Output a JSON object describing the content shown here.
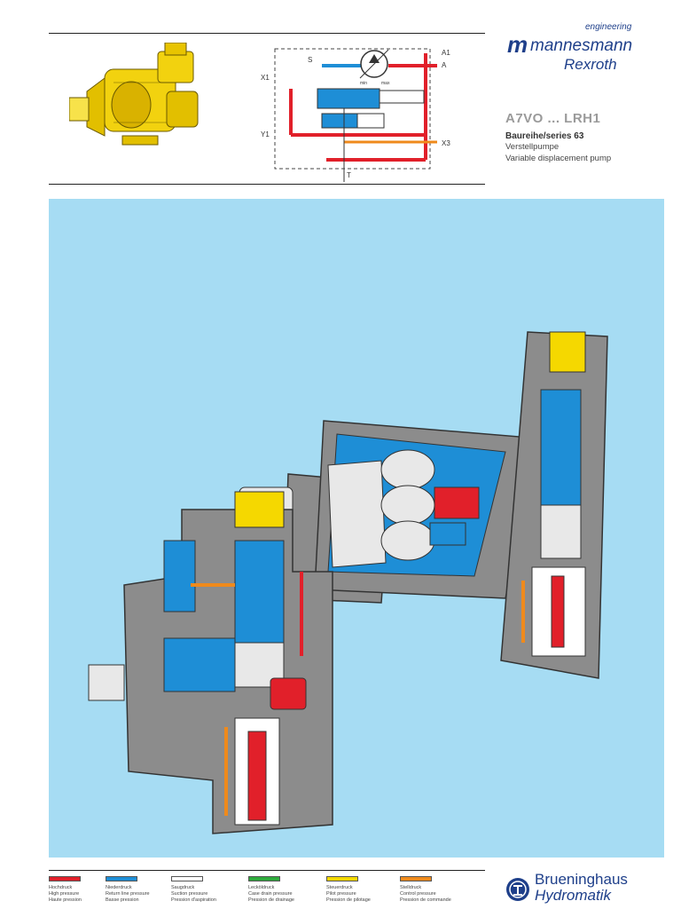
{
  "brand": {
    "engineering": "engineering",
    "m_letter": "m",
    "mannesmann": "mannesmann",
    "rexroth": "Rexroth"
  },
  "product": {
    "model": "A7VO ... LRH1",
    "series": "Baureihe/series 63",
    "desc_de": "Verstellpumpe",
    "desc_en": "Variable displacement pump"
  },
  "schematic": {
    "labels": {
      "s": "S",
      "a1": "A1",
      "a": "A",
      "x1": "X1",
      "y1": "Y1",
      "x3": "X3",
      "t": "T",
      "min": "min",
      "max": "max"
    }
  },
  "legend": [
    {
      "color": "#e1202a",
      "l1": "Hochdruck",
      "l2": "High pressure",
      "l3": "Haute pression"
    },
    {
      "color": "#1e8ed6",
      "l1": "Niederdruck",
      "l2": "Return line pressure",
      "l3": "Basse pression"
    },
    {
      "color": "#ffffff",
      "l1": "Saugdruck",
      "l2": "Suction pressure",
      "l3": "Pression d'aspiration"
    },
    {
      "color": "#2eaa3c",
      "l1": "Lecköldruck",
      "l2": "Case drain pressure",
      "l3": "Pression de drainage"
    },
    {
      "color": "#f5d800",
      "l1": "Steuerdruck",
      "l2": "Pilot pressure",
      "l3": "Pression de pilotage"
    },
    {
      "color": "#ef8a1c",
      "l1": "Stelldruck",
      "l2": "Control pressure",
      "l3": "Pression de commande"
    }
  ],
  "footer_brand": {
    "line1": "Brueninghaus",
    "line2": "Hydromatik"
  },
  "colors": {
    "panel_bg": "#a6dcf3",
    "housing": "#8c8c8c",
    "high": "#e1202a",
    "low": "#1e8ed6",
    "pilot": "#f5d800",
    "control": "#ef8a1c",
    "brand": "#1e3f8a"
  }
}
